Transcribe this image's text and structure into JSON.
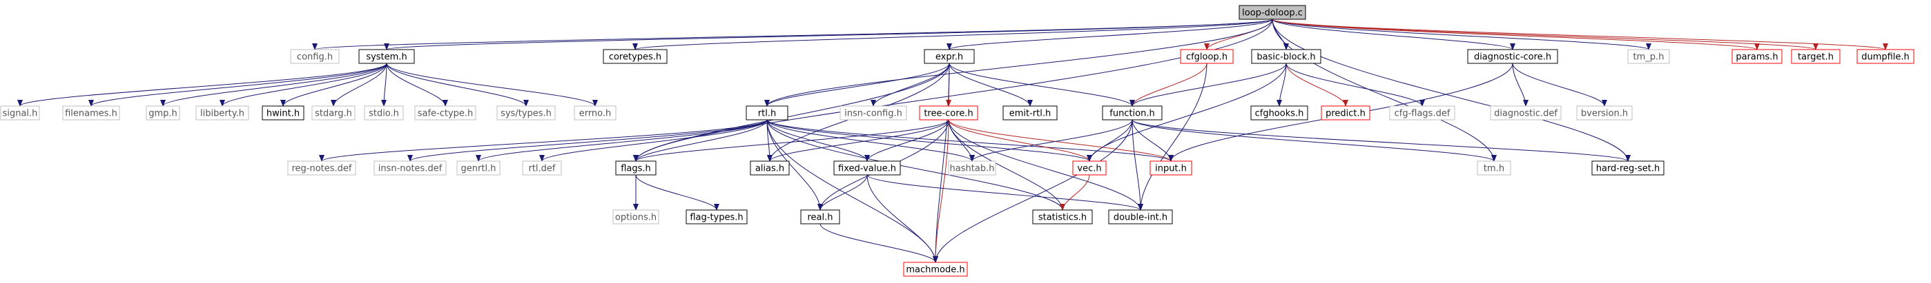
{
  "graph": {
    "colors": {
      "edge_include": "#191970",
      "edge_highlight": "#b22222",
      "border_normal": "#000000",
      "border_missing": "#bfbfbf",
      "border_truncated": "#ff0000",
      "root_fill": "#bfbfbf",
      "node_fill": "#ffffff"
    },
    "nodes": {
      "loop_doloop": {
        "label": "loop-doloop.c",
        "style": "root"
      },
      "config_h": {
        "label": "config.h",
        "style": "missing"
      },
      "system_h": {
        "label": "system.h",
        "style": "normal"
      },
      "coretypes_h": {
        "label": "coretypes.h",
        "style": "normal"
      },
      "expr_h": {
        "label": "expr.h",
        "style": "normal"
      },
      "cfgloop_h": {
        "label": "cfgloop.h",
        "style": "truncated"
      },
      "basic_block_h": {
        "label": "basic-block.h",
        "style": "normal"
      },
      "diagnostic_core_h": {
        "label": "diagnostic-core.h",
        "style": "normal"
      },
      "tm_p_h": {
        "label": "tm_p.h",
        "style": "missing"
      },
      "params_h": {
        "label": "params.h",
        "style": "truncated"
      },
      "target_h": {
        "label": "target.h",
        "style": "truncated"
      },
      "dumpfile_h": {
        "label": "dumpfile.h",
        "style": "truncated"
      },
      "signal_h": {
        "label": "signal.h",
        "style": "missing"
      },
      "filenames_h": {
        "label": "filenames.h",
        "style": "missing"
      },
      "gmp_h": {
        "label": "gmp.h",
        "style": "missing"
      },
      "libiberty_h": {
        "label": "libiberty.h",
        "style": "missing"
      },
      "hwint_h": {
        "label": "hwint.h",
        "style": "normal"
      },
      "stdarg_h": {
        "label": "stdarg.h",
        "style": "missing"
      },
      "stdio_h": {
        "label": "stdio.h",
        "style": "missing"
      },
      "safe_ctype_h": {
        "label": "safe-ctype.h",
        "style": "missing"
      },
      "sys_types_h": {
        "label": "sys/types.h",
        "style": "missing"
      },
      "errno_h": {
        "label": "errno.h",
        "style": "missing"
      },
      "rtl_h": {
        "label": "rtl.h",
        "style": "normal"
      },
      "insn_config_h": {
        "label": "insn-config.h",
        "style": "missing"
      },
      "tree_core_h": {
        "label": "tree-core.h",
        "style": "truncated"
      },
      "emit_rtl_h": {
        "label": "emit-rtl.h",
        "style": "normal"
      },
      "function_h": {
        "label": "function.h",
        "style": "normal"
      },
      "cfghooks_h": {
        "label": "cfghooks.h",
        "style": "normal"
      },
      "predict_h": {
        "label": "predict.h",
        "style": "truncated"
      },
      "cfg_flags_def": {
        "label": "cfg-flags.def",
        "style": "missing"
      },
      "diagnostic_def": {
        "label": "diagnostic.def",
        "style": "missing"
      },
      "bversion_h": {
        "label": "bversion.h",
        "style": "missing"
      },
      "reg_notes_def": {
        "label": "reg-notes.def",
        "style": "missing"
      },
      "insn_notes_def": {
        "label": "insn-notes.def",
        "style": "missing"
      },
      "genrtl_h": {
        "label": "genrtl.h",
        "style": "missing"
      },
      "rtl_def": {
        "label": "rtl.def",
        "style": "missing"
      },
      "flags_h": {
        "label": "flags.h",
        "style": "normal"
      },
      "alias_h": {
        "label": "alias.h",
        "style": "normal"
      },
      "fixed_value_h": {
        "label": "fixed-value.h",
        "style": "normal"
      },
      "hashtab_h": {
        "label": "hashtab.h",
        "style": "missing"
      },
      "vec_h": {
        "label": "vec.h",
        "style": "truncated"
      },
      "input_h": {
        "label": "input.h",
        "style": "truncated"
      },
      "tm_h": {
        "label": "tm.h",
        "style": "missing"
      },
      "hard_reg_set_h": {
        "label": "hard-reg-set.h",
        "style": "normal"
      },
      "options_h": {
        "label": "options.h",
        "style": "missing"
      },
      "flag_types_h": {
        "label": "flag-types.h",
        "style": "normal"
      },
      "real_h": {
        "label": "real.h",
        "style": "normal"
      },
      "statistics_h": {
        "label": "statistics.h",
        "style": "normal"
      },
      "double_int_h": {
        "label": "double-int.h",
        "style": "normal"
      },
      "machmode_h": {
        "label": "machmode.h",
        "style": "truncated"
      }
    },
    "edges": [
      [
        "loop_doloop",
        "config_h",
        "include"
      ],
      [
        "loop_doloop",
        "system_h",
        "include"
      ],
      [
        "loop_doloop",
        "coretypes_h",
        "include"
      ],
      [
        "loop_doloop",
        "expr_h",
        "include"
      ],
      [
        "loop_doloop",
        "cfgloop_h",
        "highlight"
      ],
      [
        "loop_doloop",
        "basic_block_h",
        "include"
      ],
      [
        "loop_doloop",
        "diagnostic_core_h",
        "include"
      ],
      [
        "loop_doloop",
        "tm_p_h",
        "include"
      ],
      [
        "loop_doloop",
        "params_h",
        "highlight"
      ],
      [
        "loop_doloop",
        "target_h",
        "highlight"
      ],
      [
        "loop_doloop",
        "dumpfile_h",
        "highlight"
      ],
      [
        "loop_doloop",
        "rtl_h",
        "include"
      ],
      [
        "loop_doloop",
        "flags_h",
        "include"
      ],
      [
        "loop_doloop",
        "tm_h",
        "include"
      ],
      [
        "loop_doloop",
        "hard_reg_set_h",
        "include"
      ],
      [
        "system_h",
        "signal_h",
        "include"
      ],
      [
        "system_h",
        "filenames_h",
        "include"
      ],
      [
        "system_h",
        "gmp_h",
        "include"
      ],
      [
        "system_h",
        "libiberty_h",
        "include"
      ],
      [
        "system_h",
        "hwint_h",
        "include"
      ],
      [
        "system_h",
        "stdarg_h",
        "include"
      ],
      [
        "system_h",
        "stdio_h",
        "include"
      ],
      [
        "system_h",
        "safe_ctype_h",
        "include"
      ],
      [
        "system_h",
        "sys_types_h",
        "include"
      ],
      [
        "system_h",
        "errno_h",
        "include"
      ],
      [
        "expr_h",
        "rtl_h",
        "include"
      ],
      [
        "expr_h",
        "insn_config_h",
        "include"
      ],
      [
        "expr_h",
        "tree_core_h",
        "highlight"
      ],
      [
        "expr_h",
        "emit_rtl_h",
        "include"
      ],
      [
        "expr_h",
        "function_h",
        "include"
      ],
      [
        "expr_h",
        "flags_h",
        "include"
      ],
      [
        "expr_h",
        "alias_h",
        "include"
      ],
      [
        "expr_h",
        "machmode_h",
        "include"
      ],
      [
        "cfgloop_h",
        "function_h",
        "highlight"
      ],
      [
        "cfgloop_h",
        "double_int_h",
        "include"
      ],
      [
        "basic_block_h",
        "function_h",
        "include"
      ],
      [
        "basic_block_h",
        "cfghooks_h",
        "include"
      ],
      [
        "basic_block_h",
        "predict_h",
        "highlight"
      ],
      [
        "basic_block_h",
        "cfg_flags_def",
        "include"
      ],
      [
        "basic_block_h",
        "vec_h",
        "include"
      ],
      [
        "diagnostic_core_h",
        "diagnostic_def",
        "include"
      ],
      [
        "diagnostic_core_h",
        "bversion_h",
        "include"
      ],
      [
        "diagnostic_core_h",
        "input_h",
        "include"
      ],
      [
        "rtl_h",
        "reg_notes_def",
        "include"
      ],
      [
        "rtl_h",
        "insn_notes_def",
        "include"
      ],
      [
        "rtl_h",
        "genrtl_h",
        "include"
      ],
      [
        "rtl_h",
        "rtl_def",
        "include"
      ],
      [
        "rtl_h",
        "flags_h",
        "include"
      ],
      [
        "rtl_h",
        "alias_h",
        "include"
      ],
      [
        "rtl_h",
        "fixed_value_h",
        "include"
      ],
      [
        "rtl_h",
        "hashtab_h",
        "include"
      ],
      [
        "rtl_h",
        "vec_h",
        "include"
      ],
      [
        "rtl_h",
        "input_h",
        "include"
      ],
      [
        "rtl_h",
        "real_h",
        "include"
      ],
      [
        "rtl_h",
        "statistics_h",
        "include"
      ],
      [
        "rtl_h",
        "machmode_h",
        "include"
      ],
      [
        "tree_core_h",
        "flags_h",
        "include"
      ],
      [
        "tree_core_h",
        "alias_h",
        "include"
      ],
      [
        "tree_core_h",
        "fixed_value_h",
        "include"
      ],
      [
        "tree_core_h",
        "hashtab_h",
        "include"
      ],
      [
        "tree_core_h",
        "vec_h",
        "highlight"
      ],
      [
        "tree_core_h",
        "input_h",
        "highlight"
      ],
      [
        "tree_core_h",
        "real_h",
        "include"
      ],
      [
        "tree_core_h",
        "statistics_h",
        "include"
      ],
      [
        "tree_core_h",
        "double_int_h",
        "include"
      ],
      [
        "tree_core_h",
        "machmode_h",
        "highlight"
      ],
      [
        "function_h",
        "hashtab_h",
        "include"
      ],
      [
        "function_h",
        "vec_h",
        "include"
      ],
      [
        "function_h",
        "input_h",
        "include"
      ],
      [
        "function_h",
        "tm_h",
        "include"
      ],
      [
        "function_h",
        "hard_reg_set_h",
        "include"
      ],
      [
        "function_h",
        "machmode_h",
        "include"
      ],
      [
        "function_h",
        "double_int_h",
        "include"
      ],
      [
        "flags_h",
        "options_h",
        "include"
      ],
      [
        "flags_h",
        "flag_types_h",
        "include"
      ],
      [
        "fixed_value_h",
        "real_h",
        "include"
      ],
      [
        "fixed_value_h",
        "double_int_h",
        "include"
      ],
      [
        "fixed_value_h",
        "machmode_h",
        "include"
      ],
      [
        "vec_h",
        "statistics_h",
        "highlight"
      ],
      [
        "real_h",
        "machmode_h",
        "include"
      ]
    ]
  }
}
